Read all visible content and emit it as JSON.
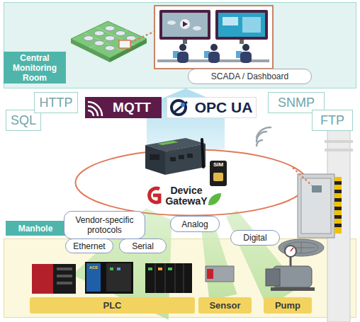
{
  "diagram": {
    "nodes": [
      {
        "text": [
          "Central Monitoring Room"
        ]
      },
      {
        "text": [
          "SCADA / Dashboard"
        ],
        "in": 0
      },
      {
        "text": [
          "SQL"
        ]
      },
      {
        "text": [
          "HTTP"
        ]
      },
      {
        "text": [
          "MQTT"
        ]
      },
      {
        "text": [
          "OPC UA"
        ]
      },
      {
        "text": [
          "SNMP"
        ]
      },
      {
        "text": [
          "FTP"
        ]
      },
      {
        "text": [
          "Device GatewaY"
        ]
      },
      {
        "text": [
          "Manhole"
        ]
      },
      {
        "text": [
          "Vendor-specific protocols"
        ]
      },
      {
        "text": [
          "Ethernet"
        ]
      },
      {
        "text": [
          "Serial"
        ]
      },
      {
        "text": [
          "Analog"
        ]
      },
      {
        "text": [
          "Digital"
        ]
      },
      {
        "text": [
          "PLC"
        ],
        "in": 9
      },
      {
        "text": [
          "Sensor"
        ],
        "in": 9
      },
      {
        "text": [
          "Pump"
        ],
        "in": 9
      }
    ],
    "edges": [
      {
        "from": 8,
        "to": 0,
        "arrow": "to"
      },
      {
        "from": 15,
        "to": 8,
        "arrow": "none"
      },
      {
        "from": 16,
        "to": 8,
        "arrow": "none"
      },
      {
        "from": 17,
        "to": 8,
        "arrow": "none"
      }
    ],
    "labels": [
      "SIM",
      "ACE"
    ]
  }
}
